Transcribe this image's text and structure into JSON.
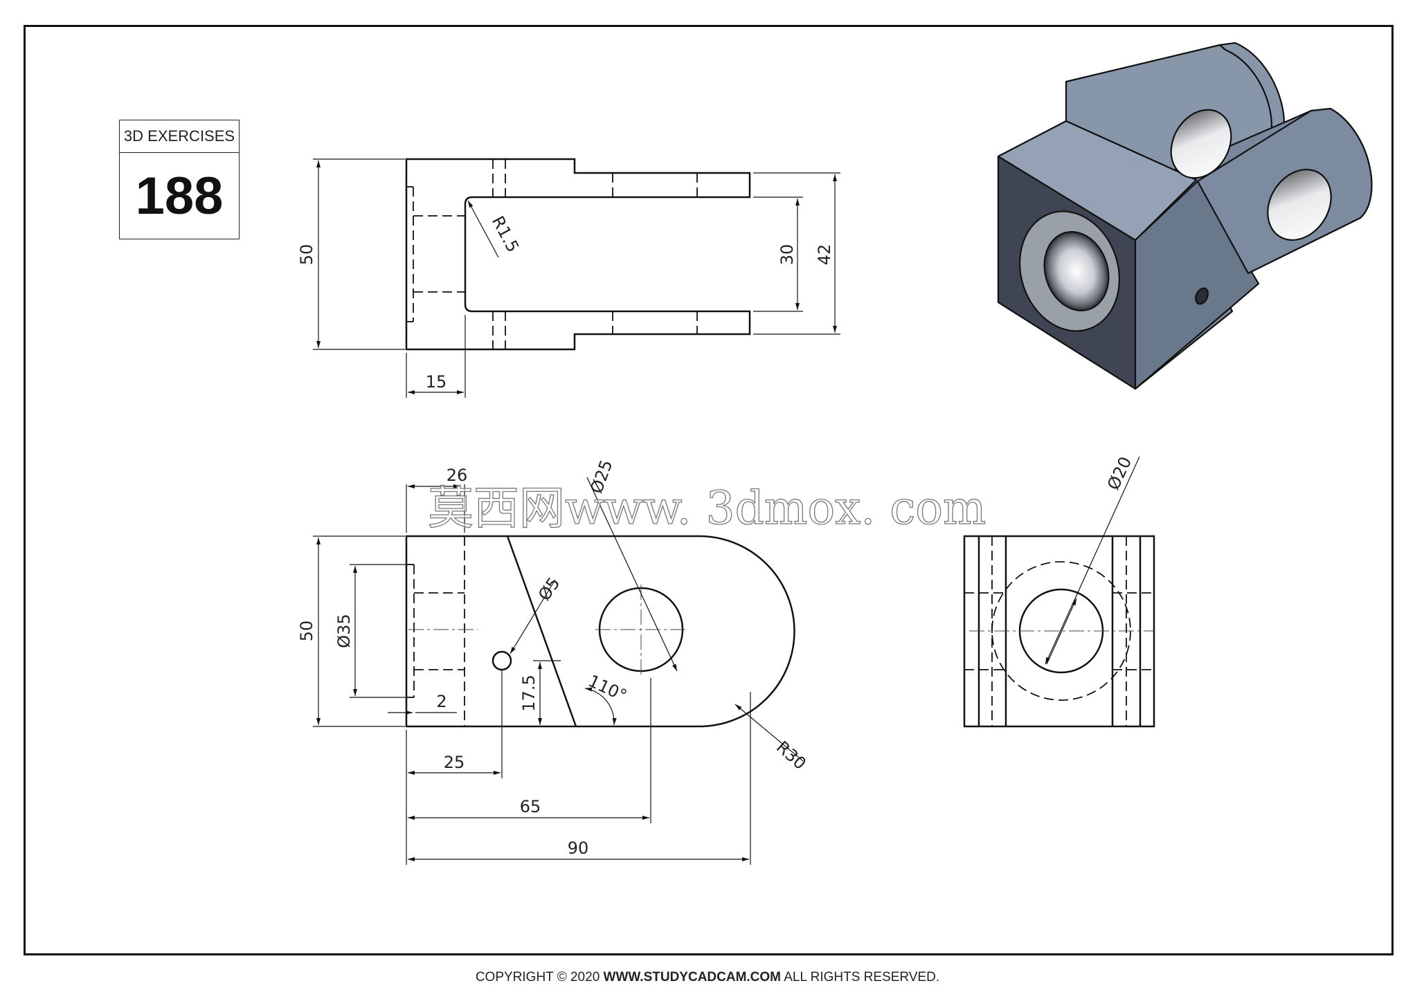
{
  "badge": {
    "title": "3D EXERCISES",
    "number": "188"
  },
  "footer": {
    "prefix": "COPYRIGHT © 2020 ",
    "site": "WWW.STUDYCADCAM.COM",
    "suffix": " ALL RIGHTS RESERVED."
  },
  "watermark": "莫西网www. 3dmox. com",
  "top_view": {
    "dim_height": "50",
    "dim_slot": "30",
    "dim_outer": "42",
    "dim_offset": "15",
    "fillet": "R1.5"
  },
  "front_view": {
    "dim_height": "50",
    "dim_bore": "Ø35",
    "dim_depth": "2",
    "dim_hole_height": "17.5",
    "dim_hole_x": "25",
    "dim_center_x": "65",
    "dim_overall": "90",
    "dim_radius": "R30",
    "dim_angle": "110°",
    "dim_hole_dia": "Ø5",
    "dim_top": "26",
    "dim_pin": "Ø25"
  },
  "side_view": {
    "dim_hole": "Ø20"
  },
  "colors": {
    "part_top": "#8c9aae",
    "part_side": "#6b7a8f",
    "part_front": "#3d4350",
    "line": "#111111"
  }
}
